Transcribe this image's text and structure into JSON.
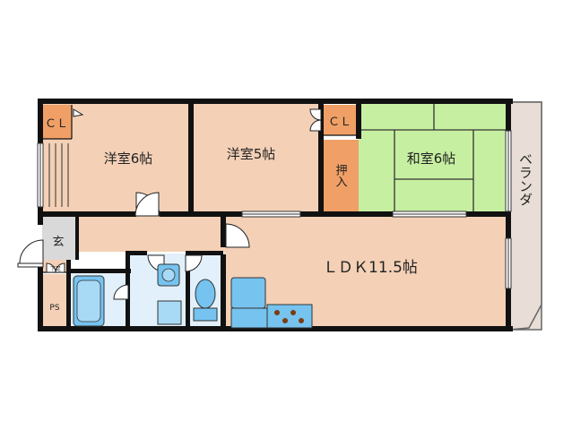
{
  "rooms": {
    "western1": "洋室6帖",
    "western2": "洋室5帖",
    "japanese": "和室6帖",
    "ldk": "ＬＤＫ11.5帖",
    "closet1": "ＣＬ",
    "closet2": "ＣＬ",
    "oshiire": "押入",
    "entrance": "玄",
    "shoes": "下足",
    "ps": "PS",
    "veranda": "ベランダ"
  },
  "colors": {
    "room": "#f3d0b6",
    "closet": "#f0a066",
    "tatami": "#c6efa1",
    "wet": "#e2f0fb",
    "fixture": "#76c3ef",
    "veranda": "#e8ded7",
    "entry": "#d9d9d9",
    "wall": "#111111"
  }
}
